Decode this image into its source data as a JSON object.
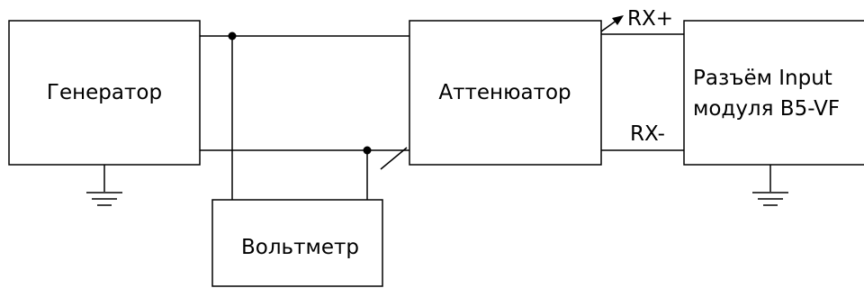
{
  "blocks": {
    "generator": "Генератор",
    "attenuator": "Аттенюатор",
    "voltmeter": "Вольтметр",
    "connector_line1": "Разъём Input",
    "connector_line2": "модуля B5-VF"
  },
  "signals": {
    "rx_plus": "RX+",
    "rx_minus": "RX-"
  }
}
